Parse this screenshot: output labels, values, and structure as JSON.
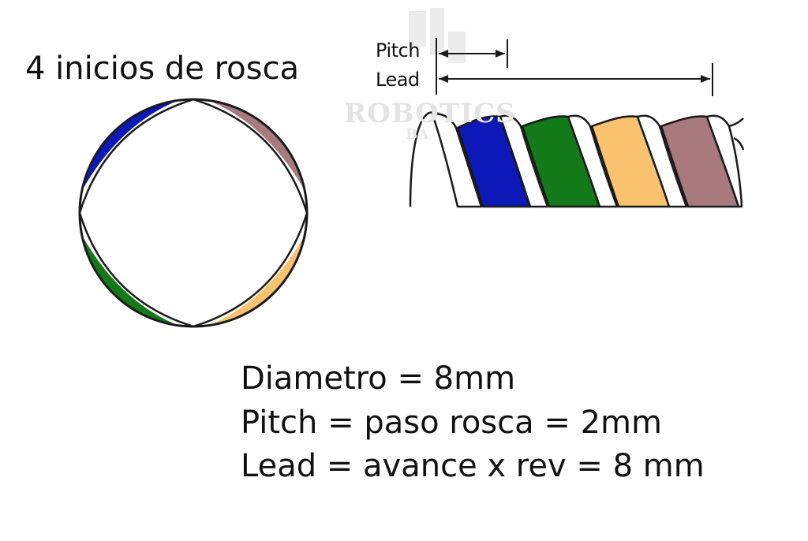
{
  "title": "4 inicios de rosca",
  "dimensions": {
    "pitch_label": "Pitch",
    "lead_label": "Lead"
  },
  "specs": [
    "Diametro = 8mm",
    "Pitch = paso rosca = 2mm",
    "Lead = avance x rev = 8 mm"
  ],
  "watermark": {
    "text": "ROBOTICS",
    "sub": "BA"
  },
  "colors": {
    "start_1": "#0c18b8",
    "start_2": "#127a18",
    "start_3": "#f8c26e",
    "start_4": "#a87a7e",
    "outline": "#1a1a1a"
  }
}
